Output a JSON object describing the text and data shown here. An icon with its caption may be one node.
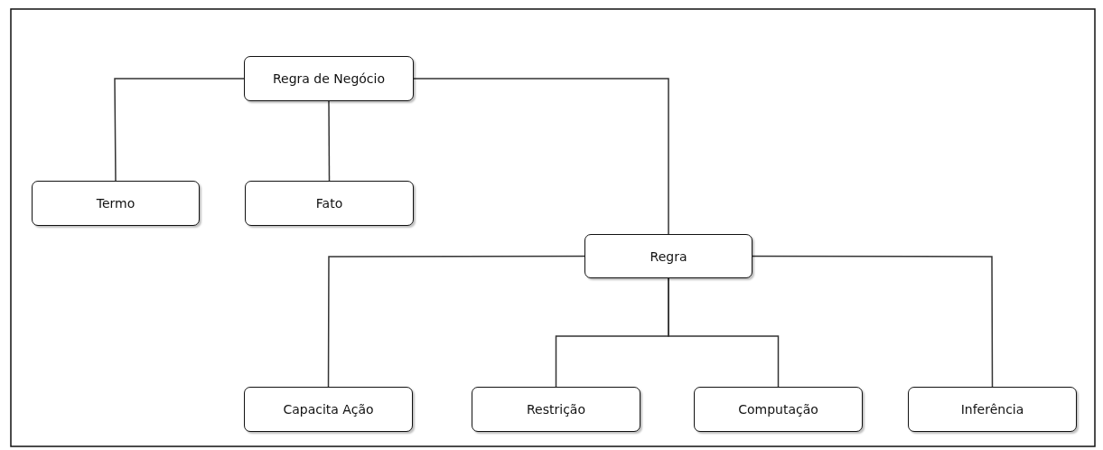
{
  "diagram": {
    "nodes": [
      {
        "text": [
          "Regra de Negócio"
        ]
      },
      {
        "text": [
          "Termo"
        ]
      },
      {
        "text": [
          "Fato"
        ]
      },
      {
        "text": [
          "Regra"
        ]
      },
      {
        "text": [
          "Capacita Ação"
        ]
      },
      {
        "text": [
          "Restrição"
        ]
      },
      {
        "text": [
          "Computação"
        ]
      },
      {
        "text": [
          "Inferência"
        ]
      }
    ],
    "edges": [
      {
        "from": 0,
        "to": 1,
        "arrow": "none"
      },
      {
        "from": 0,
        "to": 2,
        "arrow": "none"
      },
      {
        "from": 0,
        "to": 3,
        "arrow": "none"
      },
      {
        "from": 3,
        "to": 4,
        "arrow": "none"
      },
      {
        "from": 3,
        "to": 5,
        "arrow": "none"
      },
      {
        "from": 3,
        "to": 6,
        "arrow": "none"
      },
      {
        "from": 3,
        "to": 7,
        "arrow": "none"
      }
    ]
  }
}
